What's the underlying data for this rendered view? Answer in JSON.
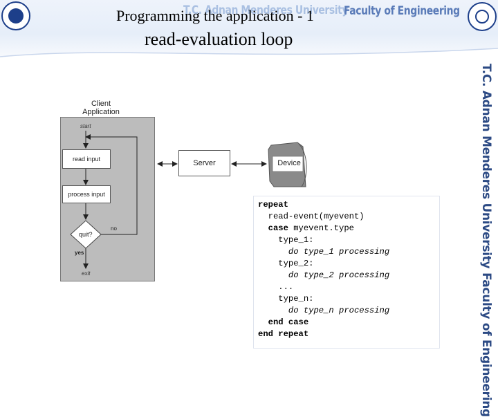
{
  "header": {
    "university": "T.C. Adnan Menderes University",
    "faculty": "Faculty of Engineering"
  },
  "slide": {
    "title_line1": "Programming the application - 1",
    "title_line2": "read-evaluation loop"
  },
  "side_banner": "T.C.  Adnan Menderes University   Faculty of Engineering",
  "diagram": {
    "client_label_line1": "Client",
    "client_label_line2": "Application",
    "start_label": "start",
    "read_input": "read input",
    "process_input": "process input",
    "decision": "quit?",
    "no_label": "no",
    "yes_label": "yes",
    "exit_label": "exit",
    "server": "Server",
    "device": "Device"
  },
  "code": {
    "lines": [
      {
        "indent": "",
        "text": "repeat",
        "style": "kw"
      },
      {
        "indent": "  ",
        "text": "read-event(myevent)",
        "style": ""
      },
      {
        "indent": "  ",
        "text": "case myevent.type",
        "style": "kw-case"
      },
      {
        "indent": "    ",
        "text": "type_1:",
        "style": ""
      },
      {
        "indent": "      ",
        "text": "do type_1 processing",
        "style": "it"
      },
      {
        "indent": "    ",
        "text": "type_2:",
        "style": ""
      },
      {
        "indent": "      ",
        "text": "do type_2 processing",
        "style": "it"
      },
      {
        "indent": "    ",
        "text": "...",
        "style": ""
      },
      {
        "indent": "    ",
        "text": "type_n:",
        "style": ""
      },
      {
        "indent": "      ",
        "text": "do type_n processing",
        "style": "it"
      },
      {
        "indent": "  ",
        "text": "end case",
        "style": "kw"
      },
      {
        "indent": "",
        "text": "end repeat",
        "style": "kw"
      }
    ]
  },
  "colors": {
    "header_blue": "#1d3f8a",
    "panel_gray": "#bcbcbc"
  }
}
